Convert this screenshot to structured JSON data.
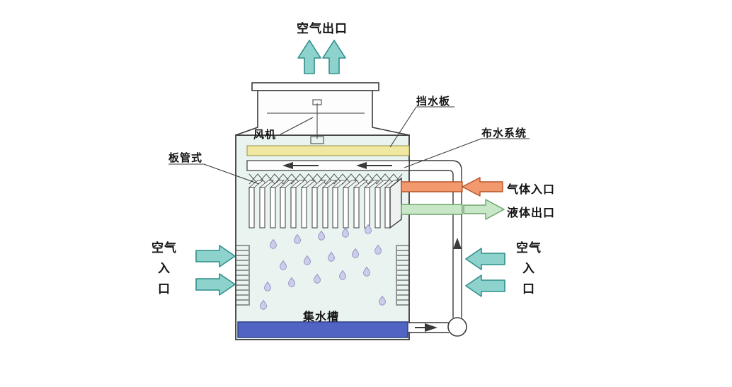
{
  "diagram": {
    "labels": {
      "air_outlet": "空气出口",
      "fan": "风机",
      "baffle": "挡水板",
      "water_distribution": "布水系统",
      "plate_tube": "板管式",
      "gas_inlet": "气体入口",
      "liquid_outlet": "液体出口",
      "air_inlet_left": "空气\n入\n口",
      "air_inlet_right": "空气\n入\n口",
      "water_basin": "集水槽"
    },
    "colors": {
      "teal": "#8ed2ce",
      "tealDark": "#2f8f8a",
      "yellow": "#f0e8a0",
      "yellowDark": "#9a8f3e",
      "orange": "#f2996e",
      "orangeDark": "#b9542a",
      "green": "#c8e7c6",
      "greenDark": "#6ba36b",
      "body": "#e9f4f1",
      "basin": "#5164c3",
      "basinDark": "#2e3c86",
      "droplet": "#cdcdeb",
      "dropletShade": "#8f8fc0",
      "line": "#3a3a3a"
    }
  }
}
